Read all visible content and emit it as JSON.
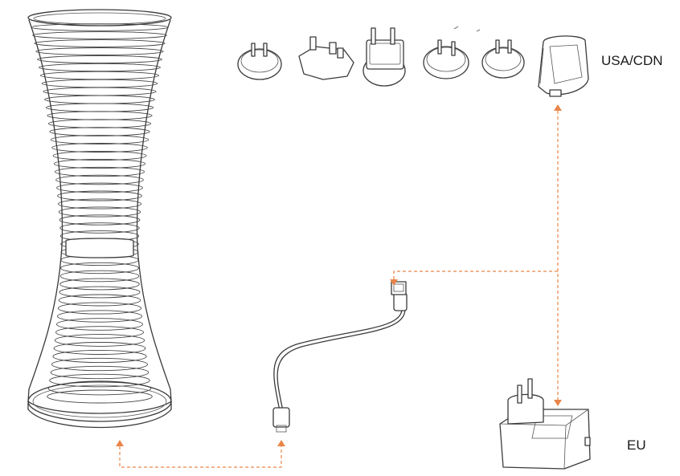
{
  "labels": {
    "usa_cdn": "USA/CDN",
    "eu": "EU"
  },
  "colors": {
    "connector": "#e8864a",
    "line_art": "#3a3a3a",
    "background": "#ffffff"
  },
  "components": [
    "lamp",
    "usb-cable",
    "usa-cdn-power-adapter",
    "eu-power-adapter",
    "interchangeable-plug-heads"
  ],
  "plug_heads_count": 5
}
